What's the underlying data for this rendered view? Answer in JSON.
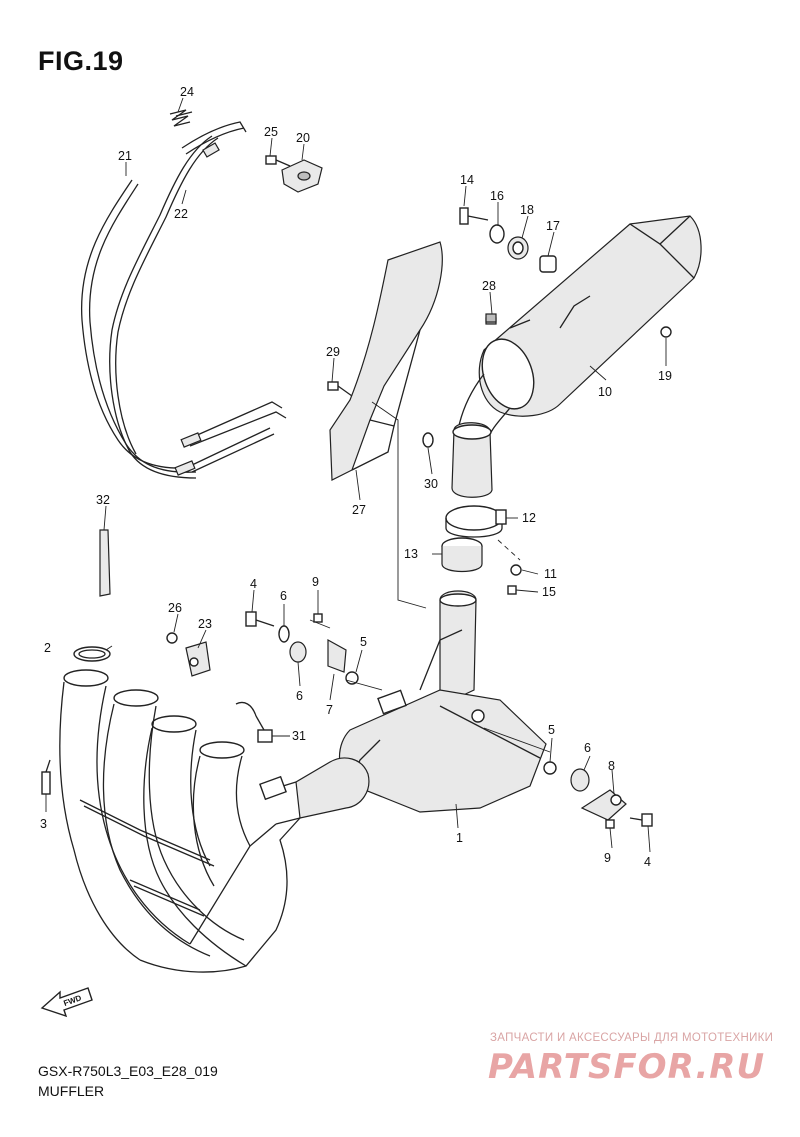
{
  "figure": {
    "title": "FIG.19",
    "code": "GSX-R750L3_E03_E28_019",
    "name": "MUFFLER",
    "direction_label": "FWD"
  },
  "callouts": [
    "1",
    "2",
    "3",
    "4",
    "4",
    "5",
    "5",
    "6",
    "6",
    "6",
    "7",
    "8",
    "9",
    "9",
    "10",
    "11",
    "12",
    "13",
    "14",
    "15",
    "16",
    "17",
    "18",
    "19",
    "20",
    "21",
    "22",
    "23",
    "24",
    "25",
    "26",
    "27",
    "28",
    "29",
    "30",
    "31",
    "32"
  ],
  "watermark": {
    "tagline": "ЗАПЧАСТИ И АКСЕССУАРЫ ДЛЯ МОТОТЕХНИКИ",
    "logo": "PARTSFOR.RU"
  },
  "colors": {
    "line": "#222222",
    "watermark": "#e8a5a5"
  }
}
